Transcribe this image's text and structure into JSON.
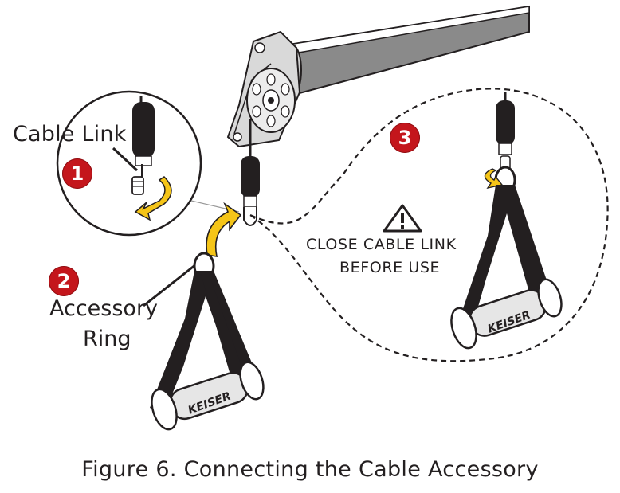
{
  "labels": {
    "cable_link": "Cable Link",
    "accessory_line1": "Accessory",
    "accessory_line2": "Ring"
  },
  "steps": [
    "1",
    "2",
    "3"
  ],
  "warning": {
    "icon": "warning-triangle-icon",
    "line1": "CLOSE CABLE LINK",
    "line2": "BEFORE USE"
  },
  "handle_brand": "KEISER",
  "caption": "Figure 6. Connecting the Cable Accessory",
  "colors": {
    "step_badge": "#c4161c",
    "arrow": "#f5c518",
    "ink": "#231f20",
    "arm": "#8a8a8a"
  }
}
